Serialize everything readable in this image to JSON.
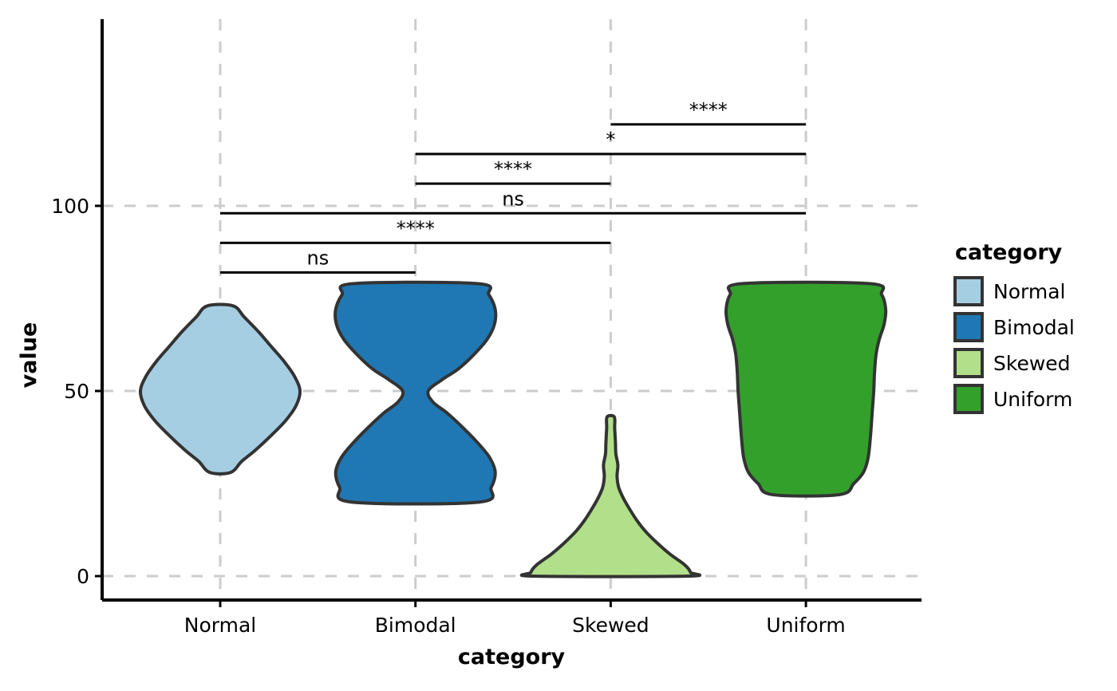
{
  "chart_data": {
    "type": "violin",
    "title": "",
    "xlabel": "category",
    "ylabel": "value",
    "categories": [
      "Normal",
      "Bimodal",
      "Skewed",
      "Uniform"
    ],
    "ytick_labels": [
      "0",
      "50",
      "100"
    ],
    "ytick_values": [
      0,
      50,
      100
    ],
    "ylim": [
      -8,
      148
    ],
    "grid": true,
    "grid_style": "dashed",
    "legend_title": "category",
    "legend_position": "right",
    "colors": {
      "Normal": "#a6cee3",
      "Bimodal": "#1f78b4",
      "Skewed": "#b2df8a",
      "Uniform": "#33a02c",
      "outline": "#333333",
      "grid": "#cccccc",
      "axis": "#000000"
    },
    "series": [
      {
        "name": "Normal",
        "color": "#a6cee3",
        "min": 28,
        "max": 73,
        "median": 50,
        "mode": 50,
        "shape": "symmetric-unimodal",
        "density_profile": [
          {
            "value": 73,
            "width": 0.16
          },
          {
            "value": 70,
            "width": 0.3
          },
          {
            "value": 66,
            "width": 0.48
          },
          {
            "value": 62,
            "width": 0.64
          },
          {
            "value": 58,
            "width": 0.8
          },
          {
            "value": 54,
            "width": 0.93
          },
          {
            "value": 50,
            "width": 1.0
          },
          {
            "value": 46,
            "width": 0.95
          },
          {
            "value": 42,
            "width": 0.82
          },
          {
            "value": 38,
            "width": 0.64
          },
          {
            "value": 34,
            "width": 0.44
          },
          {
            "value": 31,
            "width": 0.27
          },
          {
            "value": 28,
            "width": 0.13
          }
        ]
      },
      {
        "name": "Bimodal",
        "color": "#1f78b4",
        "min": 20,
        "max": 79,
        "median": 50,
        "modes": [
          70,
          29
        ],
        "shape": "bimodal",
        "density_profile": [
          {
            "value": 79,
            "width": 0.78
          },
          {
            "value": 76,
            "width": 0.92
          },
          {
            "value": 72,
            "width": 1.0
          },
          {
            "value": 68,
            "width": 0.99
          },
          {
            "value": 64,
            "width": 0.9
          },
          {
            "value": 60,
            "width": 0.74
          },
          {
            "value": 56,
            "width": 0.54
          },
          {
            "value": 53,
            "width": 0.33
          },
          {
            "value": 50,
            "width": 0.16
          },
          {
            "value": 47,
            "width": 0.22
          },
          {
            "value": 44,
            "width": 0.4
          },
          {
            "value": 40,
            "width": 0.6
          },
          {
            "value": 36,
            "width": 0.78
          },
          {
            "value": 32,
            "width": 0.93
          },
          {
            "value": 28,
            "width": 1.0
          },
          {
            "value": 24,
            "width": 0.95
          },
          {
            "value": 20,
            "width": 0.8
          }
        ]
      },
      {
        "name": "Skewed",
        "color": "#b2df8a",
        "min": 0,
        "max": 43,
        "median": 8,
        "mode": 3,
        "shape": "right-skewed",
        "density_profile": [
          {
            "value": 43,
            "width": 0.045
          },
          {
            "value": 40,
            "width": 0.05
          },
          {
            "value": 36,
            "width": 0.06
          },
          {
            "value": 33,
            "width": 0.065
          },
          {
            "value": 30,
            "width": 0.09
          },
          {
            "value": 27,
            "width": 0.08
          },
          {
            "value": 24,
            "width": 0.1
          },
          {
            "value": 21,
            "width": 0.16
          },
          {
            "value": 18,
            "width": 0.24
          },
          {
            "value": 15,
            "width": 0.33
          },
          {
            "value": 12,
            "width": 0.44
          },
          {
            "value": 9,
            "width": 0.58
          },
          {
            "value": 6,
            "width": 0.74
          },
          {
            "value": 3,
            "width": 0.93
          },
          {
            "value": 1,
            "width": 1.0
          },
          {
            "value": 0,
            "width": 0.96
          }
        ]
      },
      {
        "name": "Uniform",
        "color": "#33a02c",
        "min": 22,
        "max": 79,
        "median": 50,
        "shape": "flat",
        "density_profile": [
          {
            "value": 79,
            "width": 0.8
          },
          {
            "value": 76,
            "width": 0.95
          },
          {
            "value": 72,
            "width": 1.0
          },
          {
            "value": 68,
            "width": 0.98
          },
          {
            "value": 64,
            "width": 0.92
          },
          {
            "value": 60,
            "width": 0.88
          },
          {
            "value": 55,
            "width": 0.86
          },
          {
            "value": 50,
            "width": 0.85
          },
          {
            "value": 44,
            "width": 0.83
          },
          {
            "value": 38,
            "width": 0.81
          },
          {
            "value": 32,
            "width": 0.78
          },
          {
            "value": 28,
            "width": 0.72
          },
          {
            "value": 25,
            "width": 0.6
          },
          {
            "value": 22,
            "width": 0.42
          }
        ]
      }
    ],
    "annotations": [
      {
        "id": "normal-bimodal",
        "group1": "Normal",
        "group2": "Bimodal",
        "label": "ns",
        "y": 82
      },
      {
        "id": "normal-skewed",
        "group1": "Normal",
        "group2": "Skewed",
        "label": "****",
        "y": 90
      },
      {
        "id": "normal-uniform",
        "group1": "Normal",
        "group2": "Uniform",
        "label": "ns",
        "y": 98
      },
      {
        "id": "bimodal-skewed",
        "group1": "Bimodal",
        "group2": "Skewed",
        "label": "****",
        "y": 106
      },
      {
        "id": "bimodal-uniform",
        "group1": "Bimodal",
        "group2": "Uniform",
        "label": "*",
        "y": 114
      },
      {
        "id": "skewed-uniform",
        "group1": "Skewed",
        "group2": "Uniform",
        "label": "****",
        "y": 122
      }
    ]
  },
  "legend": {
    "title": "category",
    "items": [
      {
        "label": "Normal",
        "color": "#a6cee3"
      },
      {
        "label": "Bimodal",
        "color": "#1f78b4"
      },
      {
        "label": "Skewed",
        "color": "#b2df8a"
      },
      {
        "label": "Uniform",
        "color": "#33a02c"
      }
    ]
  },
  "axes": {
    "x_title": "category",
    "y_title": "value",
    "x_tick_labels": [
      "Normal",
      "Bimodal",
      "Skewed",
      "Uniform"
    ],
    "y_tick_labels": [
      "0",
      "50",
      "100"
    ]
  }
}
